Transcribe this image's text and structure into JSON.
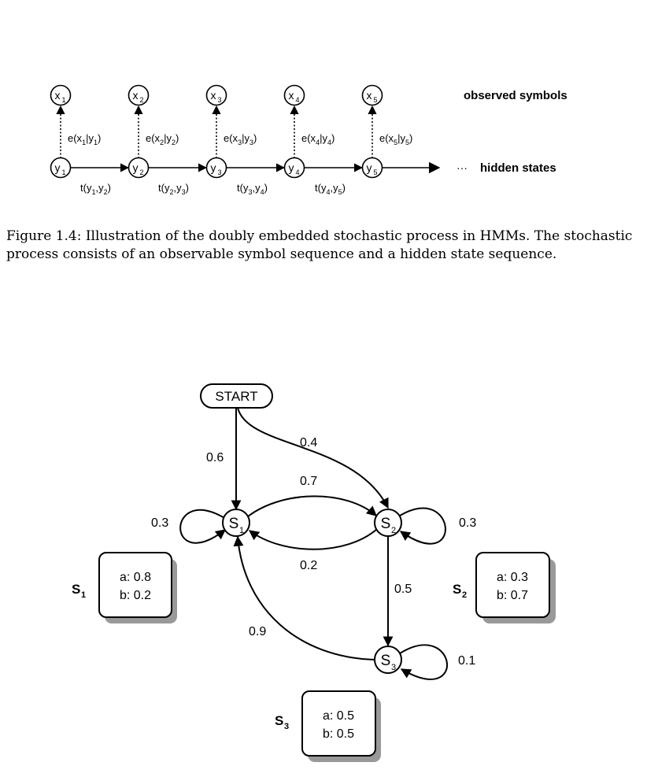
{
  "hmm_chain": {
    "observed": [
      {
        "base": "x",
        "sub": "1"
      },
      {
        "base": "x",
        "sub": "2"
      },
      {
        "base": "x",
        "sub": "3"
      },
      {
        "base": "x",
        "sub": "4"
      },
      {
        "base": "x",
        "sub": "5"
      }
    ],
    "hidden": [
      {
        "base": "y",
        "sub": "1"
      },
      {
        "base": "y",
        "sub": "2"
      },
      {
        "base": "y",
        "sub": "3"
      },
      {
        "base": "y",
        "sub": "4"
      },
      {
        "base": "y",
        "sub": "5"
      }
    ],
    "emissions": [
      {
        "a": "1",
        "b": "1"
      },
      {
        "a": "2",
        "b": "2"
      },
      {
        "a": "3",
        "b": "3"
      },
      {
        "a": "4",
        "b": "4"
      },
      {
        "a": "5",
        "b": "5"
      }
    ],
    "transitions": [
      {
        "a": "1",
        "b": "2"
      },
      {
        "a": "2",
        "b": "3"
      },
      {
        "a": "3",
        "b": "4"
      },
      {
        "a": "4",
        "b": "5"
      }
    ],
    "ellipsis": "···",
    "observed_label": "observed symbols",
    "hidden_label": "hidden states"
  },
  "caption": "Figure 1.4: Illustration of the doubly embedded stochastic process in HMMs. The stochastic process consists of an observable symbol sequence and a hidden state sequence.",
  "state_diagram": {
    "start_label": "START",
    "states": [
      {
        "base": "S",
        "sub": "1"
      },
      {
        "base": "S",
        "sub": "2"
      },
      {
        "base": "S",
        "sub": "3"
      }
    ],
    "probabilities": {
      "start_s1": "0.6",
      "start_s2": "0.4",
      "s1_s2": "0.7",
      "s2_s1": "0.2",
      "s1_self": "0.3",
      "s2_self": "0.3",
      "s2_s3": "0.5",
      "s3_s1": "0.9",
      "s3_self": "0.1"
    },
    "emission_boxes": [
      {
        "state": {
          "base": "S",
          "sub": "1"
        },
        "a": "a: 0.8",
        "b": "b: 0.2"
      },
      {
        "state": {
          "base": "S",
          "sub": "2"
        },
        "a": "a: 0.3",
        "b": "b: 0.7"
      },
      {
        "state": {
          "base": "S",
          "sub": "3"
        },
        "a": "a: 0.5",
        "b": "b: 0.5"
      }
    ]
  }
}
